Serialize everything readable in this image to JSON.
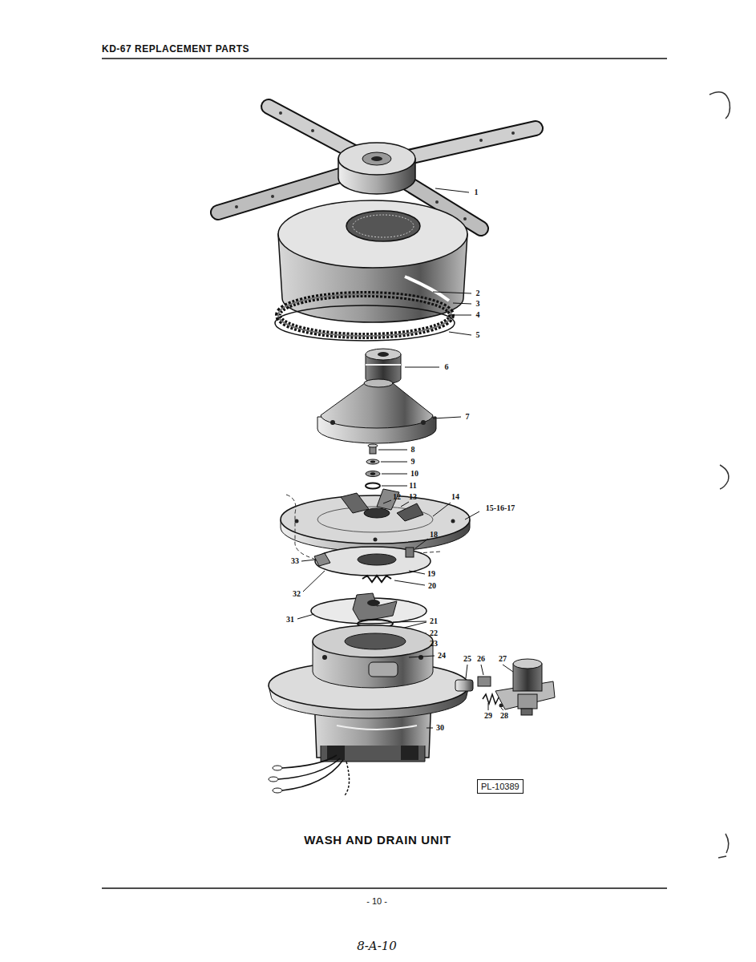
{
  "diagram": {
    "caption": "WASH AND DRAIN UNIT",
    "nodes": [
      {
        "text": [
          "PL-10389"
        ]
      }
    ],
    "labels": [
      "KD-67 REPLACEMENT PARTS",
      "1",
      "2",
      "3",
      "4",
      "5",
      "6",
      "7",
      "8",
      "9",
      "10",
      "11",
      "12",
      "13",
      "14",
      "15-16-17",
      "18",
      "33",
      "19",
      "32",
      "20",
      "31",
      "21",
      "22",
      "23",
      "24",
      "25",
      "26",
      "27",
      "30",
      "29",
      "28",
      "- 10 -",
      "8-A-10"
    ]
  }
}
